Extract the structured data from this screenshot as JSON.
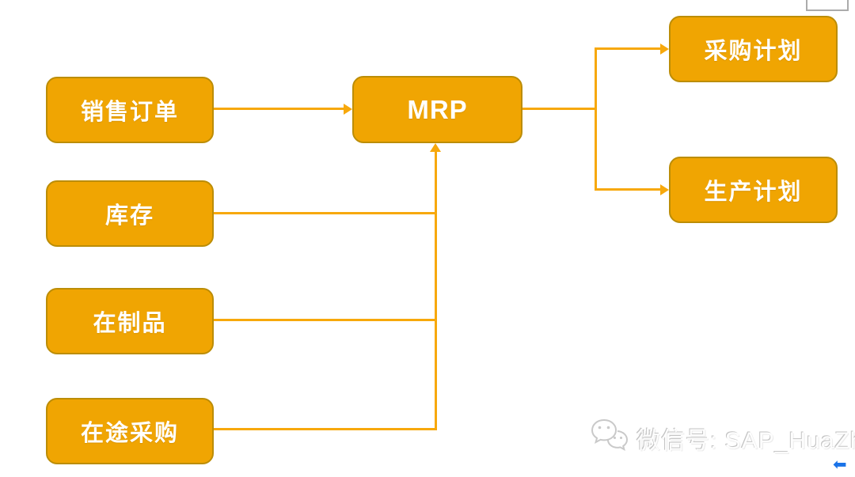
{
  "diagram": {
    "nodes": [
      {
        "id": "sales-order",
        "label": "销售订单"
      },
      {
        "id": "inventory",
        "label": "库存"
      },
      {
        "id": "work-in-process",
        "label": "在制品"
      },
      {
        "id": "in-transit-purchase",
        "label": "在途采购"
      },
      {
        "id": "mrp",
        "label": "MRP"
      },
      {
        "id": "purchase-plan",
        "label": "采购计划"
      },
      {
        "id": "production-plan",
        "label": "生产计划"
      }
    ],
    "edges": [
      {
        "from": "销售订单",
        "to": "MRP"
      },
      {
        "from": "库存",
        "to": "MRP"
      },
      {
        "from": "在制品",
        "to": "MRP"
      },
      {
        "from": "在途采购",
        "to": "MRP"
      },
      {
        "from": "MRP",
        "to": "采购计划"
      },
      {
        "from": "MRP",
        "to": "生产计划"
      }
    ],
    "colors": {
      "node_fill": "#F0A502",
      "node_border": "#BC8D06",
      "connector": "#F7A80B"
    }
  },
  "watermark": {
    "icon": "wechat-icon",
    "label": "微信号: SAP_HuaZhi",
    "color": "#C6C6C6"
  },
  "footer": {
    "back_arrow": "⬅",
    "back_arrow_color": "#1A73E8"
  }
}
